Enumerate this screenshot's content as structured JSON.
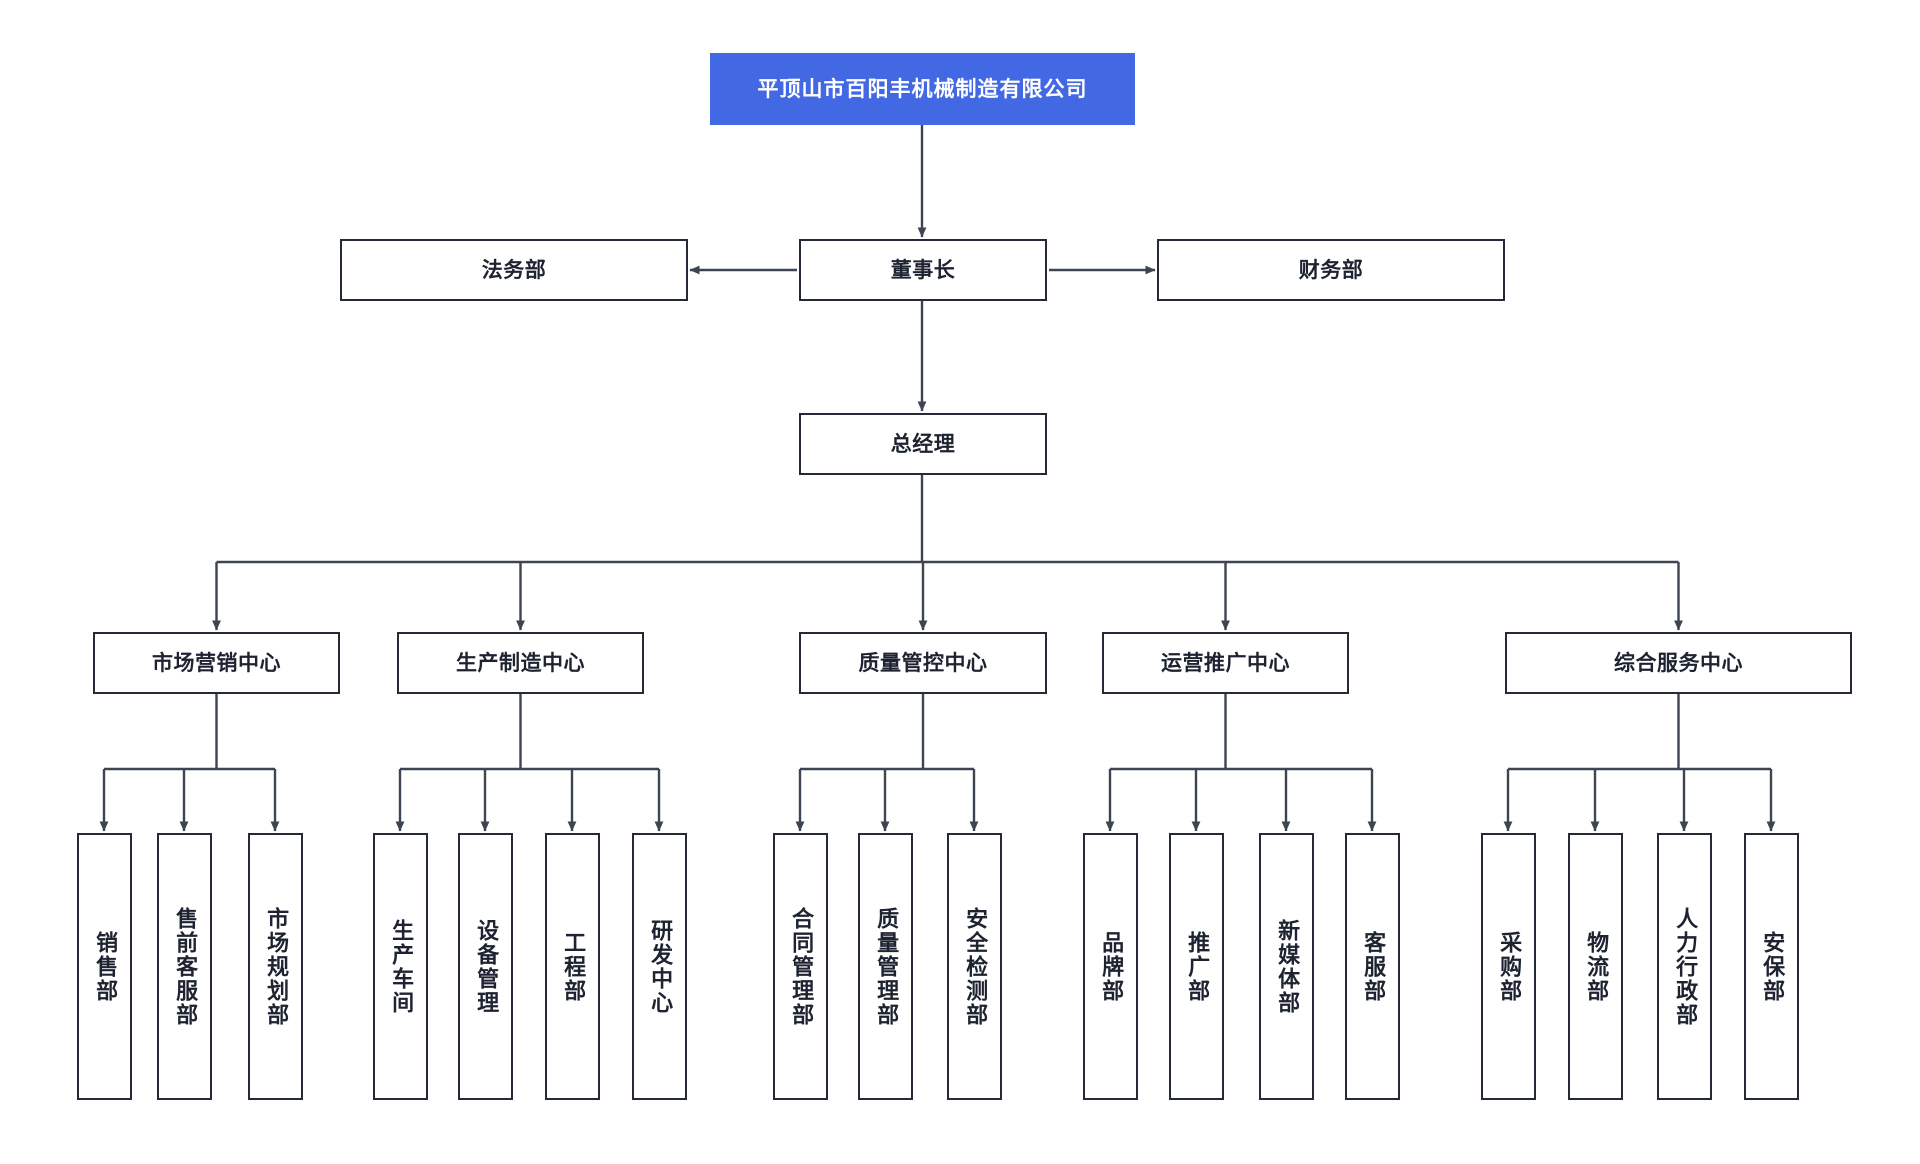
{
  "diagram": {
    "type": "organization-chart",
    "title": "平顶山市百阳丰机械制造有限公司",
    "colors": {
      "root_fill": "#4268e3",
      "root_text": "#ffffff",
      "box_border": "#252b36",
      "box_fill": "#ffffff",
      "connector": "#3d4452",
      "page_background": "#ffffff"
    }
  },
  "root": {
    "id": "company",
    "label": "平顶山市百阳丰机械制造有限公司"
  },
  "level1": {
    "chairman": {
      "id": "chairman",
      "label": "董事长"
    },
    "legal": {
      "id": "legal",
      "label": "法务部"
    },
    "finance": {
      "id": "finance",
      "label": "财务部"
    }
  },
  "level2": {
    "general_manager": {
      "id": "general-manager",
      "label": "总经理"
    }
  },
  "centers": [
    {
      "id": "marketing-center",
      "label": "市场营销中心",
      "departments": [
        {
          "id": "sales-dept",
          "label": "销售部"
        },
        {
          "id": "presales-service-dept",
          "label": "售前客服部"
        },
        {
          "id": "market-planning-dept",
          "label": "市场规划部"
        }
      ]
    },
    {
      "id": "production-center",
      "label": "生产制造中心",
      "departments": [
        {
          "id": "production-workshop",
          "label": "生产车间"
        },
        {
          "id": "equipment-management",
          "label": "设备管理"
        },
        {
          "id": "engineering-dept",
          "label": "工程部"
        },
        {
          "id": "rnd-center",
          "label": "研发中心"
        }
      ]
    },
    {
      "id": "quality-center",
      "label": "质量管控中心",
      "departments": [
        {
          "id": "contract-management-dept",
          "label": "合同管理部"
        },
        {
          "id": "quality-management-dept",
          "label": "质量管理部"
        },
        {
          "id": "safety-inspection-dept",
          "label": "安全检测部"
        }
      ]
    },
    {
      "id": "operations-center",
      "label": "运营推广中心",
      "departments": [
        {
          "id": "brand-dept",
          "label": "品牌部"
        },
        {
          "id": "promotion-dept",
          "label": "推广部"
        },
        {
          "id": "new-media-dept",
          "label": "新媒体部"
        },
        {
          "id": "customer-service-dept",
          "label": "客服部"
        }
      ]
    },
    {
      "id": "service-center",
      "label": "综合服务中心",
      "departments": [
        {
          "id": "procurement-dept",
          "label": "采购部"
        },
        {
          "id": "logistics-dept",
          "label": "物流部"
        },
        {
          "id": "hr-admin-dept",
          "label": "人力行政部"
        },
        {
          "id": "security-dept",
          "label": "安保部"
        }
      ]
    }
  ]
}
